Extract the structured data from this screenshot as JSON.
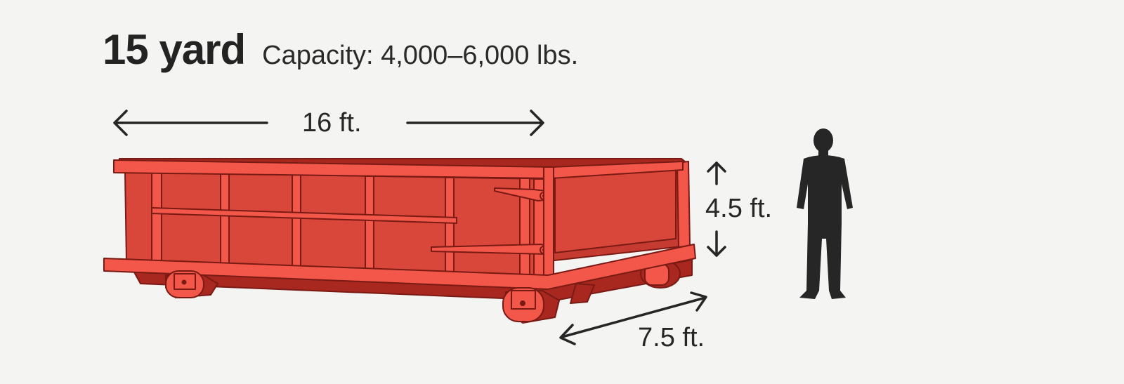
{
  "title": {
    "size": "15 yard",
    "capacity": "Capacity: 4,000–6,000 lbs."
  },
  "dimensions": {
    "length": "16 ft.",
    "height": "4.5 ft.",
    "width": "7.5 ft."
  },
  "colors": {
    "background": "#f4f4f2",
    "dumpster_body": "#d9473b",
    "dumpster_frame": "#f2574a",
    "dumpster_dark": "#a8271f",
    "outline": "#7a1a14",
    "text": "#262626",
    "person": "#262626"
  },
  "icons": [
    "dumpster-illustration",
    "person-silhouette-icon",
    "double-arrow-icon"
  ]
}
